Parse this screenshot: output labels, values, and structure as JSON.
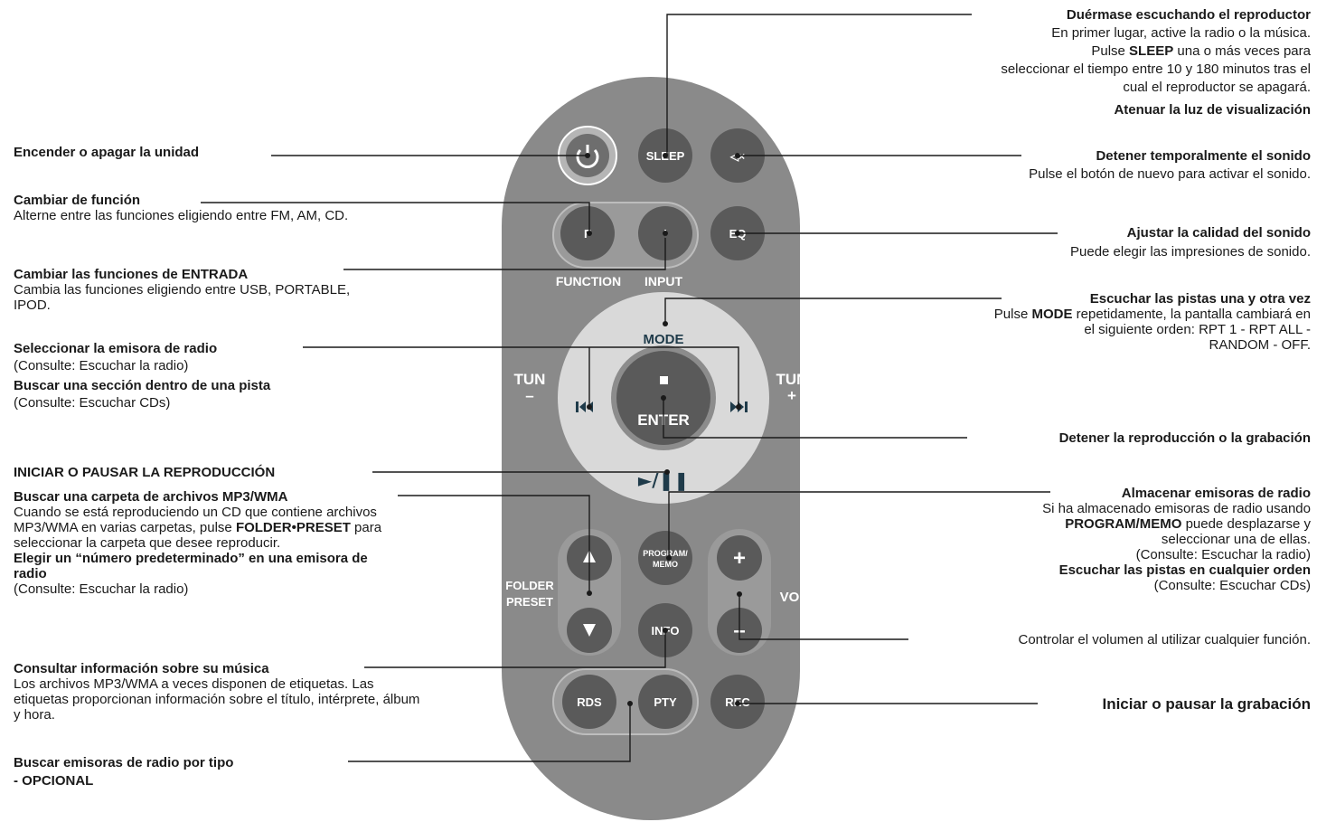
{
  "remote": {
    "buttons": {
      "sleep": "SLEEP",
      "mute": "◁×",
      "f": "F",
      "i": "I",
      "eq": "EQ",
      "function_label": "FUNCTION",
      "input_label": "INPUT",
      "mode": "MODE",
      "tun_left": "TUN",
      "tun_left_sign": "–",
      "tun_right": "TUN",
      "tun_right_sign": "+",
      "enter": "ENTER",
      "play_pause": "►/❚❚",
      "folder": "FOLDER",
      "preset": "PRESET",
      "program": "PROGRAM/",
      "memo": "MEMO",
      "vol_plus": "+",
      "vol_minus": "–",
      "vol": "VOL",
      "info": "INFO",
      "rds": "RDS",
      "pty": "PTY",
      "rec": "REC"
    }
  },
  "left": {
    "power": {
      "title": "Encender o apagar la unidad"
    },
    "function": {
      "title": "Cambiar de función",
      "text": "Alterne entre las funciones eligiendo entre FM, AM, CD."
    },
    "input": {
      "title": "Cambiar las funciones de ENTRADA",
      "text": "Cambia las funciones eligiendo entre USB, PORTABLE, IPOD."
    },
    "seek": {
      "title": "Seleccionar la emisora de radio",
      "text": "(Consulte: Escuchar la radio)",
      "title2": "Buscar una sección dentro de una pista",
      "text2": "(Consulte: Escuchar CDs)"
    },
    "play": {
      "title": "INICIAR O PAUSAR LA REPRODUCCIÓN"
    },
    "folder": {
      "title": "Buscar una carpeta de archivos MP3/WMA",
      "text_a": "Cuando se está reproduciendo un CD que contiene archivos MP3/WMA en varias carpetas, pulse",
      "text_b": "FOLDER•PRESET",
      "text_c": "para seleccionar la carpeta que desee reproducir.",
      "title2": "Elegir un “número predeterminado” en una emisora de radio",
      "text2": "(Consulte: Escuchar la radio)"
    },
    "info": {
      "title": "Consultar información sobre su música",
      "text": "Los archivos MP3/WMA a veces disponen de etiquetas. Las etiquetas proporcionan información sobre el título, intérprete, álbum y hora."
    },
    "pty": {
      "title": "Buscar emisoras de radio por tipo",
      "title2": "- OPCIONAL"
    }
  },
  "right": {
    "sleep": {
      "title": "Duérmase escuchando el reproductor",
      "line1": "En primer lugar, active la radio o la música.",
      "line2_a": "Pulse",
      "line2_b": "SLEEP",
      "line2_c": "una o más veces para",
      "line3": "seleccionar el tiempo entre 10 y 180 minutos tras el",
      "line4": "cual el reproductor se apagará.",
      "title2": "Atenuar la luz de visualización"
    },
    "mute": {
      "title": "Detener temporalmente el sonido",
      "text": "Pulse el botón de nuevo para activar el sonido."
    },
    "eq": {
      "title": "Ajustar la calidad del sonido",
      "text": "Puede elegir las impresiones de sonido."
    },
    "mode": {
      "title": "Escuchar las pistas una y otra vez",
      "line1_a": "Pulse",
      "line1_b": "MODE",
      "line1_c": "repetidamente, la pantalla cambiará en",
      "line2": "el siguiente orden: RPT 1 - RPT ALL -",
      "line3": "RANDOM - OFF."
    },
    "stop": {
      "title": "Detener la reproducción o la grabación"
    },
    "program": {
      "title": "Almacenar emisoras de radio",
      "line1": "Si ha almacenado emisoras de radio usando",
      "line2_a": "PROGRAM/MEMO",
      "line2_b": "puede desplazarse y",
      "line3": "seleccionar una de ellas.",
      "line4": "(Consulte: Escuchar la radio)",
      "title2": "Escuchar las pistas en cualquier orden",
      "line5": "(Consulte: Escuchar CDs)"
    },
    "vol": {
      "text": "Controlar el volumen al utilizar cualquier función."
    },
    "rec": {
      "title": "Iniciar o pausar la grabación"
    }
  }
}
